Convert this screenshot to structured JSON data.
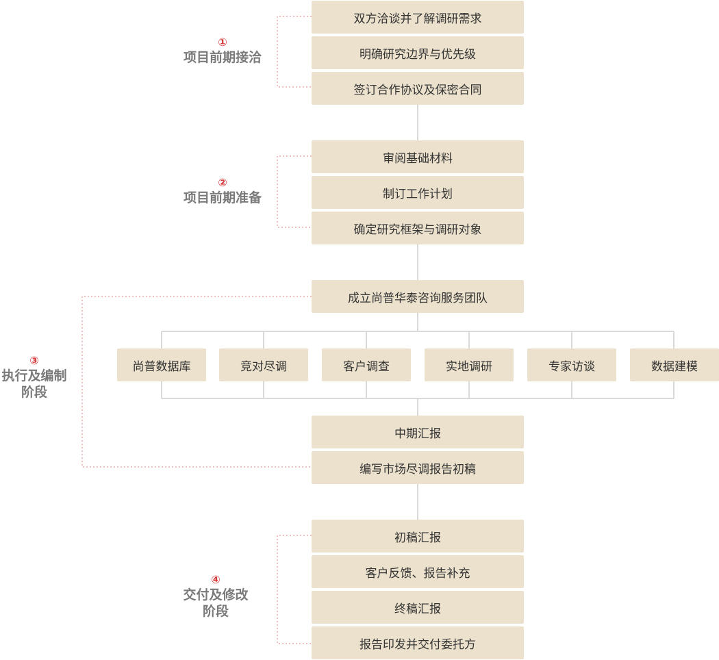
{
  "stages": [
    {
      "number": "①",
      "title": "项目前期接洽",
      "steps": [
        "双方洽谈并了解调研需求",
        "明确研究边界与优先级",
        "签订合作协议及保密合同"
      ]
    },
    {
      "number": "②",
      "title": "项目前期准备",
      "steps": [
        "审阅基础材料",
        "制订工作计划",
        "确定研究框架与调研对象"
      ]
    },
    {
      "number": "③",
      "title": "执行及编制\n阶段",
      "steps": [
        "成立尚普华泰咨询服务团队",
        "中期汇报",
        "编写市场尽调报告初稿"
      ],
      "methods": [
        "尚普数据库",
        "竞对尽调",
        "客户调查",
        "实地调研",
        "专家访谈",
        "数据建模"
      ]
    },
    {
      "number": "④",
      "title": "交付及修改\n阶段",
      "steps": [
        "初稿汇报",
        "客户反馈、报告补充",
        "终稿汇报",
        "报告印发并交付委托方"
      ]
    }
  ],
  "colors": {
    "box_fill": "#ebe1cc",
    "connector": "#d9d9d9",
    "dotted_bracket": "#e08080",
    "stage_number": "#d73a3a",
    "stage_title": "#7a7a7a"
  }
}
